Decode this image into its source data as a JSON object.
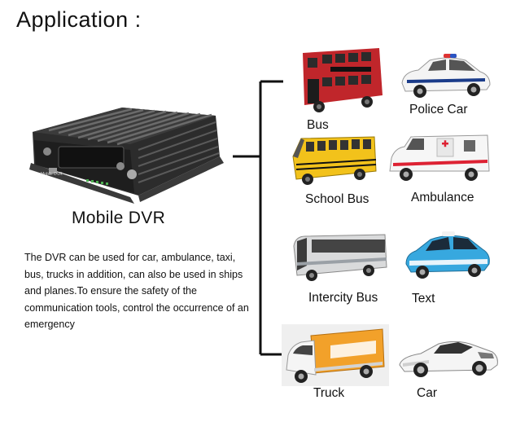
{
  "page": {
    "title": "Application :",
    "device_label": "Mobile  DVR",
    "description": "The DVR can be used for  car,  ambulance, taxi, bus, trucks in addition, can also be used in ships and planes.To ensure the safety of the communication tools, control the occurrence of an emergency"
  },
  "vehicles": [
    {
      "label": "Bus",
      "icon": "double-decker-bus"
    },
    {
      "label": "Police Car",
      "icon": "police-car"
    },
    {
      "label": "School Bus",
      "icon": "school-bus"
    },
    {
      "label": "Ambulance",
      "icon": "ambulance"
    },
    {
      "label": "Intercity Bus",
      "icon": "intercity-bus"
    },
    {
      "label": "Text",
      "icon": "taxi"
    },
    {
      "label": "Truck",
      "icon": "delivery-truck"
    },
    {
      "label": "Car",
      "icon": "sports-car"
    }
  ],
  "colors": {
    "bus_red": "#c0262b",
    "school_bus_yellow": "#f2c21b",
    "taxi_blue": "#37a8df",
    "truck_orange": "#f2a12a",
    "dvr_body": "#2a2a2a"
  }
}
